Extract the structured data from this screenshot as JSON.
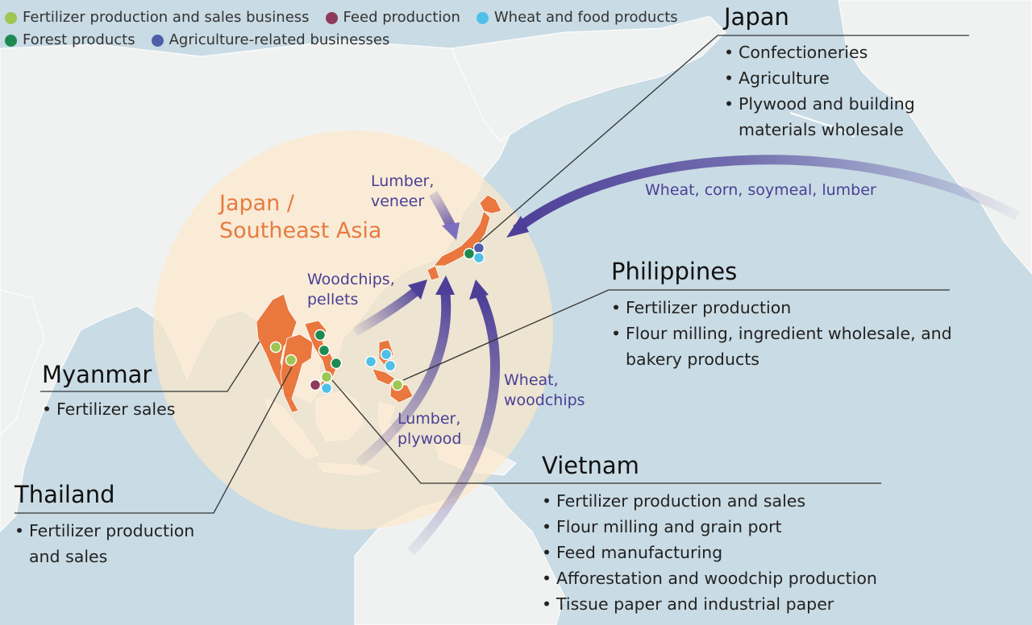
{
  "colors": {
    "ocean": "#c9dbe4",
    "land": "#f0f2f2",
    "highlight": "#e9773e",
    "circle": "#fde8c8",
    "arrow": "#4d3f98",
    "fertilizer": "#9dc653",
    "feed": "#8d3a5b",
    "wheat": "#4fc0e8",
    "forest": "#1e8a52",
    "agriculture": "#4f5ea8"
  },
  "legend": [
    {
      "label": "Fertilizer production and sales business",
      "color": "#9dc653"
    },
    {
      "label": "Feed production",
      "color": "#8d3a5b"
    },
    {
      "label": "Wheat and food products",
      "color": "#4fc0e8"
    },
    {
      "label": "Forest products",
      "color": "#1e8a52"
    },
    {
      "label": "Agriculture-related businesses",
      "color": "#4f5ea8"
    }
  ],
  "center_label": [
    "Japan /",
    "Southeast Asia"
  ],
  "regions": {
    "japan": {
      "name": "Japan",
      "items": [
        "Confectioneries",
        "Agriculture",
        "Plywood and building materials wholesale"
      ]
    },
    "philippines": {
      "name": "Philippines",
      "items": [
        "Fertilizer production",
        "Flour milling, ingredient wholesale, and bakery products"
      ]
    },
    "myanmar": {
      "name": "Myanmar",
      "items": [
        "Fertilizer sales"
      ]
    },
    "thailand": {
      "name": "Thailand",
      "items": [
        "Fertilizer production and sales"
      ]
    },
    "vietnam": {
      "name": "Vietnam",
      "items": [
        "Fertilizer production and sales",
        "Flour milling and grain port",
        "Feed manufacturing",
        "Afforestation and woodchip production",
        "Tissue paper and industrial paper"
      ]
    }
  },
  "flows": {
    "lumber_veneer": [
      "Lumber,",
      "veneer"
    ],
    "woodchips_pellets": [
      "Woodchips,",
      "pellets"
    ],
    "wheat_corn": "Wheat, corn, soymeal, lumber",
    "wheat_woodchips": [
      "Wheat,",
      "woodchips"
    ],
    "lumber_plywood": [
      "Lumber,",
      "plywood"
    ]
  }
}
